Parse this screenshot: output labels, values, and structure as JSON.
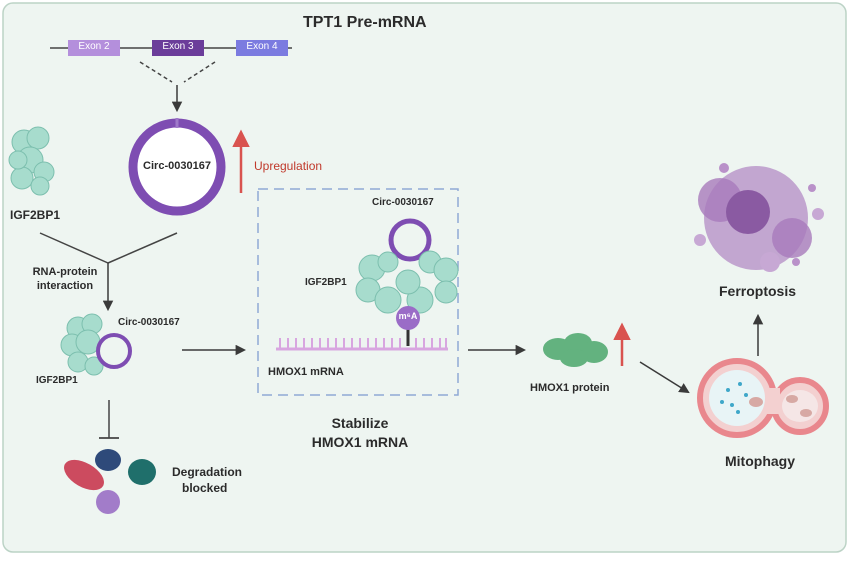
{
  "title": "TPT1 Pre-mRNA",
  "exons": [
    "Exon 2",
    "Exon 3",
    "Exon 4"
  ],
  "circ_label": "Circ-0030167",
  "upregulation": "Upregulation",
  "igf2bp1": "IGF2BP1",
  "interaction_line1": "RNA-protein",
  "interaction_line2": "interaction",
  "box_circ_label": "Circ-0030167",
  "box_igf2bp1": "IGF2BP1",
  "m6a_label": "m⁶A",
  "hmox1_mrna": "HMOX1 mRNA",
  "stabilize_line1": "Stabilize",
  "stabilize_line2": "HMOX1 mRNA",
  "complex_circ_label": "Circ-0030167",
  "complex_igf2bp1": "IGF2BP1",
  "degradation_line1": "Degradation",
  "degradation_line2": "blocked",
  "hmox1_protein": "HMOX1 protein",
  "mitophagy": "Mitophagy",
  "ferroptosis": "Ferroptosis",
  "colors": {
    "background_panel": "#eef5f1",
    "panel_border": "#bcd3c6",
    "exon2": "#b48fdc",
    "exon3": "#6b3d9a",
    "exon4": "#7b7be0",
    "circ_ring": "#7e4db2",
    "up_arrow": "#d9534f",
    "protein": "#a7dccd",
    "protein_edge": "#7cbfae",
    "mrna": "#d8a6e0",
    "dashed_box": "#8fa9d6",
    "hmox1_protein": "#63b27f",
    "mito_outer": "#e9878d",
    "ferro_cell": "#9b6ab0"
  }
}
